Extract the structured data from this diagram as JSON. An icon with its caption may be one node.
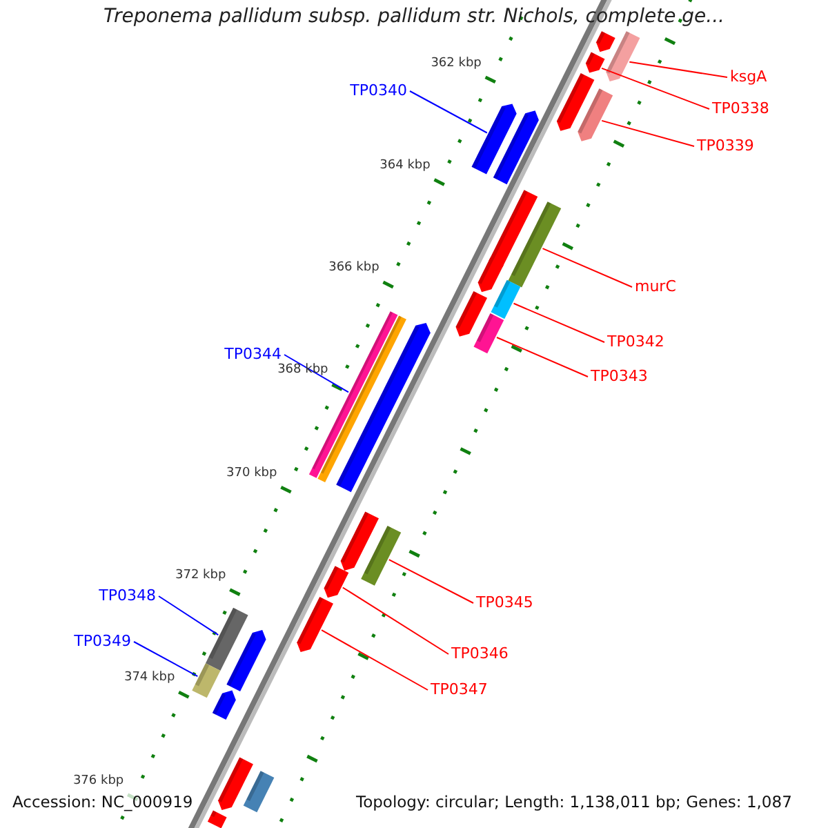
{
  "diagram": {
    "title": "Treponema pallidum subsp. pallidum str. Nichols, complete ge...",
    "nodes": [
      {
        "text": [
          "ksgA"
        ]
      },
      {
        "text": [
          "TP0338"
        ]
      },
      {
        "text": [
          "TP0339"
        ]
      },
      {
        "text": [
          "TP0340"
        ]
      },
      {
        "text": [
          "murC"
        ]
      },
      {
        "text": [
          "TP0342"
        ]
      },
      {
        "text": [
          "TP0343"
        ]
      },
      {
        "text": [
          "TP0344"
        ]
      },
      {
        "text": [
          "TP0345"
        ]
      },
      {
        "text": [
          "TP0346"
        ]
      },
      {
        "text": [
          "TP0347"
        ]
      },
      {
        "text": [
          "TP0348"
        ]
      },
      {
        "text": [
          "TP0349"
        ]
      },
      {
        "text": [],
        "shape": "bar"
      },
      {
        "text": [],
        "shape": "bar"
      },
      {
        "text": [],
        "shape": "bar"
      },
      {
        "text": [],
        "shape": "bar"
      },
      {
        "text": [],
        "shape": "bar"
      },
      {
        "text": [],
        "shape": "bar"
      },
      {
        "text": [],
        "shape": "bar"
      },
      {
        "text": [],
        "shape": "bar"
      },
      {
        "text": [],
        "shape": "bar"
      },
      {
        "text": [],
        "shape": "bar"
      },
      {
        "text": [],
        "shape": "bar"
      },
      {
        "text": [],
        "shape": "bar"
      },
      {
        "text": [],
        "shape": "bar"
      },
      {
        "text": [],
        "shape": "bar"
      },
      {
        "text": [],
        "shape": "bar"
      },
      {
        "text": [],
        "shape": "bar"
      },
      {
        "text": [],
        "shape": "bar"
      },
      {
        "text": [],
        "shape": "bar"
      },
      {
        "text": [],
        "shape": "bar"
      },
      {
        "text": [],
        "shape": "bar"
      },
      {
        "text": [],
        "shape": "bar"
      },
      {
        "text": [],
        "shape": "bar"
      },
      {
        "text": [],
        "shape": "bar"
      },
      {
        "text": [],
        "shape": "bar"
      },
      {
        "text": [],
        "shape": "bar"
      },
      {
        "text": [],
        "shape": "bar"
      },
      {
        "text": [],
        "shape": "bar"
      }
    ],
    "edges": [
      {
        "from": 0,
        "to": 13,
        "arrow": "none"
      },
      {
        "from": 1,
        "to": 14,
        "arrow": "none"
      },
      {
        "from": 2,
        "to": 15,
        "arrow": "none"
      },
      {
        "from": 3,
        "to": 16,
        "arrow": "none",
        "color": "#0000ff"
      },
      {
        "from": 4,
        "to": 17,
        "arrow": "none"
      },
      {
        "from": 5,
        "to": 18,
        "arrow": "none"
      },
      {
        "from": 6,
        "to": 19,
        "arrow": "none"
      },
      {
        "from": 7,
        "to": 20,
        "arrow": "none",
        "color": "#0000ff"
      },
      {
        "from": 8,
        "to": 21,
        "arrow": "none"
      },
      {
        "from": 9,
        "to": 22,
        "arrow": "none"
      },
      {
        "from": 10,
        "to": 23,
        "arrow": "none"
      },
      {
        "from": 11,
        "to": 24,
        "arrow": "none",
        "color": "#0000ff"
      },
      {
        "from": 12,
        "to": 25,
        "arrow": "none",
        "color": "#0000ff"
      }
    ],
    "labels": [
      "362 kbp",
      "364 kbp",
      "366 kbp",
      "368 kbp",
      "370 kbp",
      "372 kbp",
      "374 kbp",
      "376 kbp",
      "Accession: NC_000919",
      "Topology: circular; Length: 1,138,011 bp; Genes: 1,087"
    ]
  }
}
